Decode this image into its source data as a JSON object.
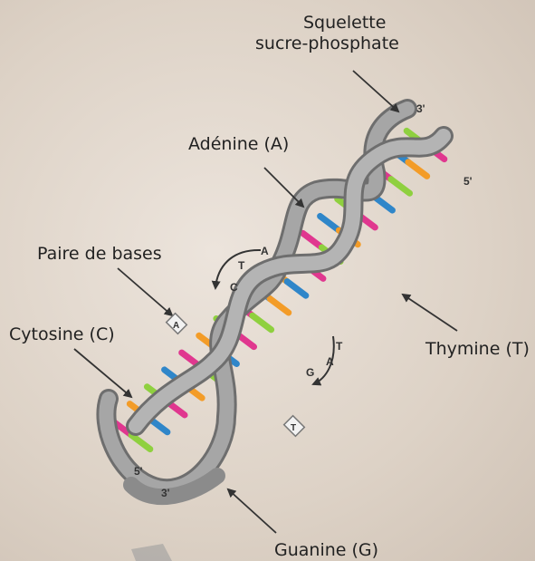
{
  "labels": {
    "backbone_line1": "Squelette",
    "backbone_line2": "sucre-phosphate",
    "adenine": "Adénine (A)",
    "base_pair": "Paire de bases",
    "cytosine": "Cytosine (C)",
    "thymine": "Thymine (T)",
    "guanine": "Guanine (G)"
  },
  "strand_ends": {
    "top_right_upper": "3'",
    "top_right_lower": "5'",
    "bottom_left_upper": "5'",
    "bottom_left_lower": "3'"
  },
  "pairing_letters": {
    "upper": [
      "T",
      "A",
      "C"
    ],
    "lower": [
      "T",
      "A",
      "G"
    ],
    "tile_upper": "A",
    "tile_lower": "T"
  },
  "colors": {
    "backbone": "#9d9d9d",
    "adenine": "#e0378f",
    "thymine": "#8fd03f",
    "cytosine": "#f39c28",
    "guanine": "#2f86c9"
  }
}
